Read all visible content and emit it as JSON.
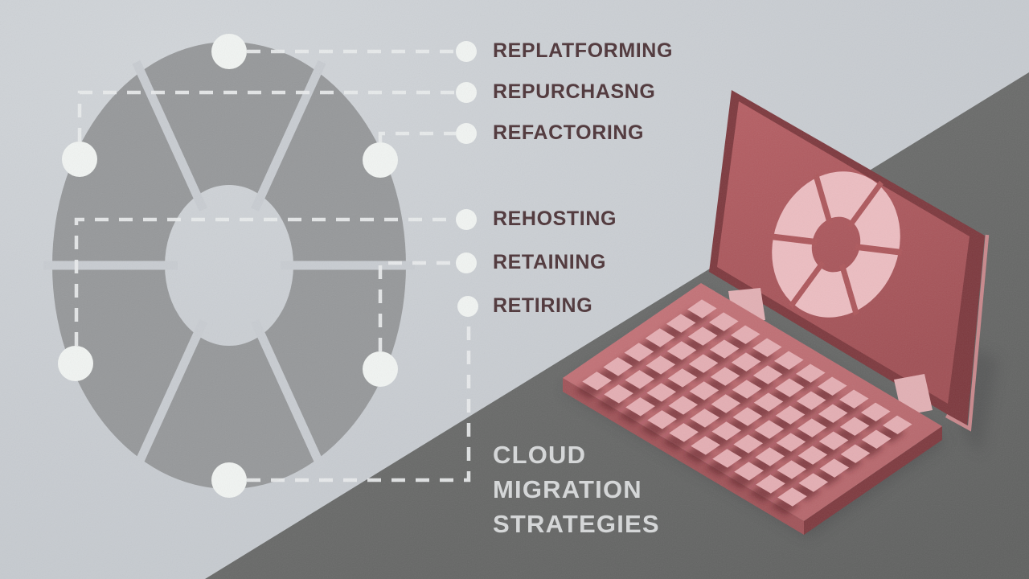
{
  "title": {
    "text": "CLOUD\nMIGRATION\nSTRATEGIES"
  },
  "strategies": [
    {
      "label": "REPLATFORMING",
      "wheel_position": "top"
    },
    {
      "label": "REPURCHASNG",
      "wheel_position": "upper-left"
    },
    {
      "label": "REFACTORING",
      "wheel_position": "upper-right"
    },
    {
      "label": "REHOSTING",
      "wheel_position": "lower-left"
    },
    {
      "label": "RETAINING",
      "wheel_position": "lower-right"
    },
    {
      "label": "RETIRING",
      "wheel_position": "bottom"
    }
  ],
  "wheel": {
    "segments": 6,
    "type": "segmented-wheel-diagram"
  },
  "laptop": {
    "screen_icon": "segmented-wheel-icon"
  },
  "colors": {
    "bg_light": "#c8ccd1",
    "bg_light_hi": "#d1d5d9",
    "bg_dark": "#6c6d6c",
    "bg_dark_deep": "#606160",
    "wheel_ring": "#96989a",
    "dot_fill": "#f1f4f2",
    "connector": "#e9eced",
    "label_text": "#4e3539",
    "title_text": "#d6d8d9",
    "lid_frame": "#7d393e",
    "lid_rim_light": "#c9888c",
    "screen_face_top": "#b65f64",
    "screen_face_bottom": "#a05055",
    "screen_icon_pink": "#ecbdc1",
    "screen_icon_gap": "#ad585c",
    "base_top_back": "#c57479",
    "base_top_front": "#b5666b",
    "base_side_left": "#a05459",
    "base_side_right": "#7e3a3f",
    "hinge_pink": "#e2b0b4",
    "key_pink": "#e4aeb3",
    "key_shadow": "#50191e",
    "ground_shadow": "#2e2f30"
  }
}
